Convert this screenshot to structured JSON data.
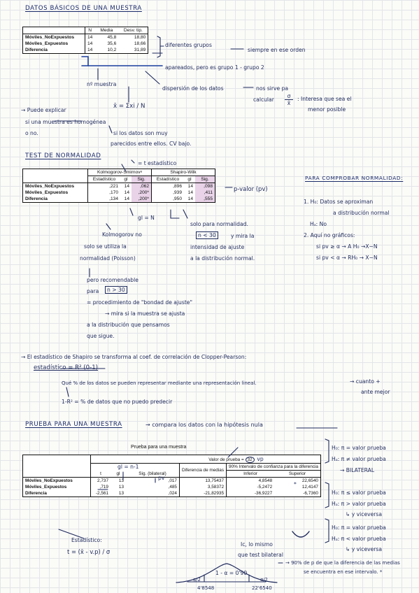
{
  "sec1": {
    "title": "DATOS BÁSICOS DE UNA MUESTRA",
    "table": {
      "headers": [
        "N",
        "Media",
        "Desv. tip."
      ],
      "rows": [
        {
          "label": "Móviles_NoExpuestos",
          "n": "14",
          "media": "45,8",
          "desv": "18,80"
        },
        {
          "label": "Móviles_Expuestos",
          "n": "14",
          "media": "35,6",
          "desv": "18,66"
        },
        {
          "label": "Diferencia",
          "n": "14",
          "media": "10,2",
          "desv": "31,89"
        }
      ]
    },
    "ann_groups": "diferentes grupos",
    "ann_order": "siempre en ese orden",
    "ann_paired": "apareados, pero es grupo 1 - grupo 2",
    "ann_n": "nº muestra",
    "ann_disp": "dispersión de los datos",
    "ann_use": "nos sirve pa",
    "ann_calc": "calcular",
    "frac_num": "σ",
    "frac_den": "x̄",
    "ann_interest": ": Interesa que sea el",
    "ann_small": "menor posible",
    "formula_mean": "x̄ = Σxi / N",
    "ann_explain1": "→ Puede explicar",
    "ann_explain2": "si una muestra es homogénea",
    "ann_explain3": "o no.",
    "ann_explain4": "si los datos son muy",
    "ann_explain5": "parecidos entre ellos. CV bajo."
  },
  "sec2": {
    "title": "TEST DE NORMALIDAD",
    "ann_t": "= t estadístico",
    "table": {
      "group1": "Kolmogorov-Smirnovᵃ",
      "group2": "Shapiro-Wilk",
      "sub": [
        "Estadístico",
        "gl",
        "Sig.",
        "Estadístico",
        "gl",
        "Sig."
      ],
      "rows": [
        {
          "label": "Móviles_NoExpuestos",
          "ks_est": ",221",
          "ks_gl": "14",
          "ks_sig": ",062",
          "sw_est": ",896",
          "sw_gl": "14",
          "sw_sig": ",098"
        },
        {
          "label": "Móviles_Expuestos",
          "ks_est": ",170",
          "ks_gl": "14",
          "ks_sig": ",200*",
          "sw_est": ",939",
          "sw_gl": "14",
          "sw_sig": ",411"
        },
        {
          "label": "Diferencia",
          "ks_est": ",134",
          "ks_gl": "14",
          "ks_sig": ",200*",
          "sw_est": ",950",
          "sw_gl": "14",
          "sw_sig": ",555"
        }
      ]
    },
    "ann_pvalue": "p-valor (pv)",
    "ann_gl": "gl = N",
    "ann_ks1": "Kolmogorov no",
    "ann_ks2": "solo se utiliza la",
    "ann_ks3": "normalidad (Poisson)",
    "ann_sw1": "solo para normalidad.",
    "ann_sw2_box": "n < 30",
    "ann_sw2": "y mira la",
    "ann_sw3": "intensidad de ajuste",
    "ann_sw4": "a la distribución normal.",
    "ann_rec1": "pero recomendable",
    "ann_rec2": "para",
    "ann_rec2_box": "n > 30",
    "ann_rec3": "= procedimiento de \"bondad de ajuste\"",
    "ann_rec4": "→ mira si la muestra se ajusta",
    "ann_rec5": "a la distribución que pensamos",
    "ann_rec6": "que sigue.",
    "right_title": "PARA COMPROBAR NORMALIDAD:",
    "right_1a": "1. H₀: Datos se aproximan",
    "right_1b": "a distribución normal",
    "right_1c": "Hₐ: No",
    "right_2a": "2. Aquí no gráficos:",
    "right_2b": "si pv ≥ α → A H₀ →X~N",
    "right_2c": "si pv < α → RH₀ → X~N"
  },
  "sec3": {
    "line1": "→ El estadístico de Shapiro se transforma al coef. de correlación de Clopper-Pearson:",
    "line2": "estadístico = R²  (0-1)",
    "line3": "Qué % de los datos se pueden representar mediante una representación lineal.",
    "line3b": "→ cuanto +",
    "line3c": "ante mejor",
    "line4": "1-R² = % de datos que no puedo predecir"
  },
  "sec4": {
    "title": "PRUEBA PARA UNA MUESTRA",
    "subtitle": "→ compara los datos con la hipótesis nula",
    "table": {
      "caption": "Prueba para una muestra",
      "test_value_label": "Valor de prueba =",
      "test_value": "32",
      "ci_header": "90% Intervalo de confianza para la diferencia",
      "cols": [
        "t",
        "gl",
        "Sig. (bilateral)",
        "Diferencia de medias",
        "Inferior",
        "Superior"
      ],
      "rows": [
        {
          "label": "Móviles_NoExpuestos",
          "t": "2,737",
          "gl": "13",
          "sig": ",017",
          "dif": "13,75437",
          "inf": "4,8548",
          "sup": "22,6540"
        },
        {
          "label": "Móviles_Expuestos",
          "t": ",719",
          "gl": "13",
          "sig": ",485",
          "dif": "3,58372",
          "inf": "-5,2472",
          "sup": "12,4147"
        },
        {
          "label": "Diferencia",
          "t": "-2,561",
          "gl": "13",
          "sig": ",024",
          "dif": "-21,82935",
          "inf": "-36,9227",
          "sup": "-6,7360"
        }
      ]
    },
    "ann_vp": "vp",
    "ann_gl": "gl = n-1",
    "ann_pv": "pv",
    "ann_star": "*",
    "ann_stat1": "Estadístico:",
    "ann_stat2": "t = (x̄ - v.p) / σ",
    "ann_ci1": "Ic, lo mismo",
    "ann_ci2": "que test bilateral",
    "ann_ci3": "→ 90% de p de que la diferencia de las medias",
    "ann_ci4": "se encuentra en ese intervalo. *",
    "h_block1": [
      "H₀: π = valor prueba",
      "Hₐ: π ≠ valor prueba",
      "→ BILATERAL"
    ],
    "h_block2": [
      "H₀: π ≤ valor prueba",
      "Hₐ: π > valor prueba",
      "↳ y viceversa"
    ],
    "h_block3": [
      "H₀: π = valor prueba",
      "Hₐ: π < valor prueba",
      "↳ y viceversa"
    ],
    "curve_center": "1 - α = 0'90",
    "curve_left": "α/2",
    "curve_right": "α/2",
    "curve_x_left": "4'8548",
    "curve_x_right": "22'6540"
  }
}
